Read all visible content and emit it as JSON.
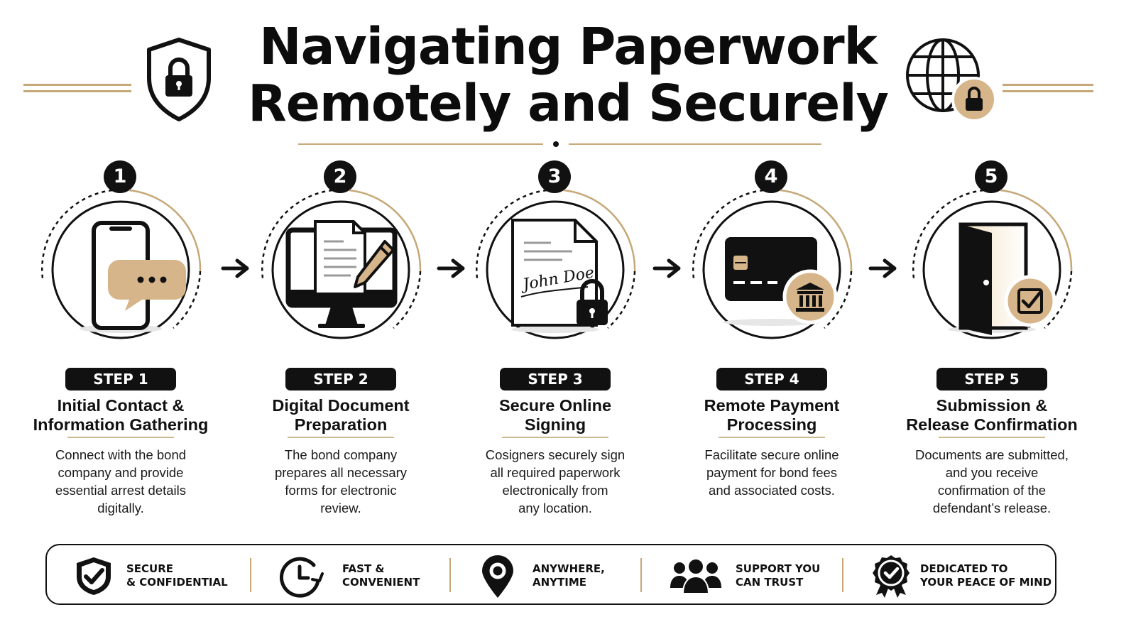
{
  "header": {
    "title_line1": "Navigating Paperwork",
    "title_line2": "Remotely and Securely"
  },
  "steps": [
    {
      "number": "1",
      "label": "STEP 1",
      "title_line1": "Initial Contact &",
      "title_line2": "Information Gathering",
      "desc": [
        "Connect with the bond",
        "company and provide",
        "essential arrest details",
        "digitally."
      ]
    },
    {
      "number": "2",
      "label": "STEP 2",
      "title_line1": "Digital Document",
      "title_line2": "Preparation",
      "desc": [
        "The bond company",
        "prepares all necessary",
        "forms for electronic",
        "review."
      ]
    },
    {
      "number": "3",
      "label": "STEP 3",
      "title_line1": "Secure Online",
      "title_line2": "Signing",
      "desc": [
        "Cosigners securely sign",
        "all required paperwork",
        "electronically from",
        "any location."
      ],
      "signature": "John Doe"
    },
    {
      "number": "4",
      "label": "STEP 4",
      "title_line1": "Remote Payment",
      "title_line2": "Processing",
      "desc": [
        "Facilitate secure online",
        "payment for bond fees",
        "and associated costs.",
        ""
      ]
    },
    {
      "number": "5",
      "label": "STEP 5",
      "title_line1": "Submission &",
      "title_line2": "Release Confirmation",
      "desc": [
        "Documents are submitted,",
        "and you receive",
        "confirmation of the",
        "defendant’s release."
      ]
    }
  ],
  "features": [
    {
      "line1": "SECURE",
      "line2": "& CONFIDENTIAL",
      "icon": "shield-check-icon"
    },
    {
      "line1": "FAST &",
      "line2": "CONVENIENT",
      "icon": "clock-icon"
    },
    {
      "line1": "ANYWHERE,",
      "line2": "ANYTIME",
      "icon": "location-pin-icon"
    },
    {
      "line1": "SUPPORT YOU",
      "line2": "CAN TRUST",
      "icon": "people-icon"
    },
    {
      "line1": "DEDICATED TO",
      "line2": "YOUR PEACE OF MIND",
      "icon": "badge-check-icon"
    }
  ],
  "colors": {
    "accent": "#c6a878",
    "accent_fill": "#d7b58a",
    "dark": "#111111"
  }
}
